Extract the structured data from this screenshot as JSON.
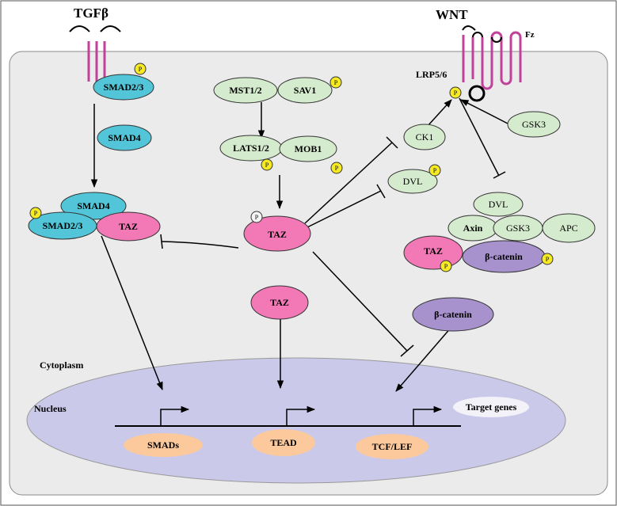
{
  "ligands": {
    "tgfb": "TGFβ",
    "wnt": "WNT",
    "fz": "Fz",
    "lrp": "LRP5/6"
  },
  "compartments": {
    "cytoplasm": "Cytoplasm",
    "nucleus": "Nucleus"
  },
  "phospho_label": "P",
  "proteins": {
    "smad23_receptor": "SMAD2/3",
    "smad4_free": "SMAD4",
    "smad4_complex": "SMAD4",
    "smad23_complex": "SMAD2/3",
    "taz_smad": "TAZ",
    "mst12": "MST1/2",
    "sav1": "SAV1",
    "lats12": "LATS1/2",
    "mob1": "MOB1",
    "taz_center": "TAZ",
    "taz_lower": "TAZ",
    "ck1": "CK1",
    "gsk3_membrane": "GSK3",
    "dvl_free": "DVL",
    "dvl_complex": "DVL",
    "axin": "Axin",
    "gsk3_complex": "GSK3",
    "apc": "APC",
    "taz_complex": "TAZ",
    "bcatenin_complex": "β-catenin",
    "bcatenin_free": "β-catenin"
  },
  "transcription_factors": {
    "smads": "SMADs",
    "tead": "TEAD",
    "tcf_lef": "TCF/LEF"
  },
  "target_genes": "Target genes",
  "colors": {
    "cell_bg": "#ebebeb",
    "nucleus": "#cbc9ea",
    "smad": "#52c6d8",
    "hippo": "#d5ebcd",
    "taz": "#f279b6",
    "bcatenin": "#a892cd",
    "tf": "#fbc99c",
    "receptor": "#c0429a",
    "phospho": "#f5ea23"
  }
}
